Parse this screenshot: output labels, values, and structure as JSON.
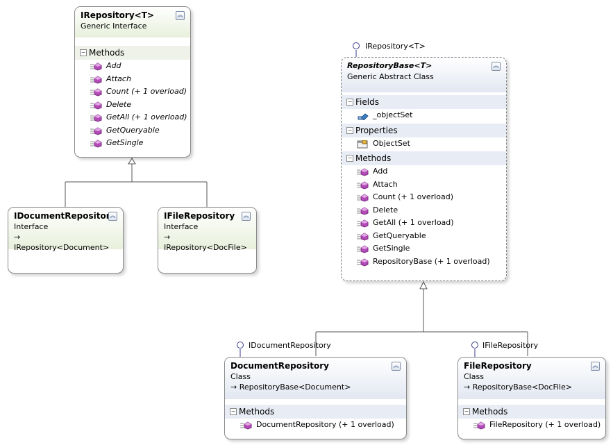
{
  "boxes": {
    "irepository": {
      "title": "IRepository<T>",
      "stereotype": "Generic Interface",
      "methods_header": "Methods",
      "methods": [
        "Add",
        "Attach",
        "Count (+ 1 overload)",
        "Delete",
        "GetAll (+ 1 overload)",
        "GetQueryable",
        "GetSingle"
      ]
    },
    "idocumentrepository": {
      "title": "IDocumentRepository",
      "stereotype": "Interface",
      "inherits": "→ IRepository<Document>"
    },
    "ifilerepository": {
      "title": "IFileRepository",
      "stereotype": "Interface",
      "inherits": "→ IRepository<DocFile>"
    },
    "repositorybase": {
      "title": "RepositoryBase<T>",
      "stereotype": "Generic Abstract Class",
      "fields_header": "Fields",
      "fields": [
        "_objectSet"
      ],
      "properties_header": "Properties",
      "properties": [
        "ObjectSet"
      ],
      "methods_header": "Methods",
      "methods": [
        "Add",
        "Attach",
        "Count (+ 1 overload)",
        "Delete",
        "GetAll (+ 1 overload)",
        "GetQueryable",
        "GetSingle",
        "RepositoryBase (+ 1 overload)"
      ]
    },
    "documentrepository": {
      "title": "DocumentRepository",
      "stereotype": "Class",
      "inherits": "→ RepositoryBase<Document>",
      "methods_header": "Methods",
      "methods": [
        "DocumentRepository (+ 1 overload)"
      ]
    },
    "filerepository": {
      "title": "FileRepository",
      "stereotype": "Class",
      "inherits": "→ RepositoryBase<DocFile>",
      "methods_header": "Methods",
      "methods": [
        "FileRepository (+ 1 overload)"
      ]
    }
  },
  "lollipops": {
    "irepository_t": "IRepository<T>",
    "idocumentrepository": "IDocumentRepository",
    "ifilerepository": "IFileRepository"
  },
  "icons": {
    "collapse": "double-chevron-up-icon",
    "section_toggle": "minus-icon",
    "method": "method-icon",
    "field": "field-icon",
    "property": "property-icon"
  },
  "colors": {
    "interface_header": "#e8f0dc",
    "class_header": "#e2e7f1",
    "method_icon": "#b24bb5",
    "lollipop": "#3a3a8c"
  }
}
